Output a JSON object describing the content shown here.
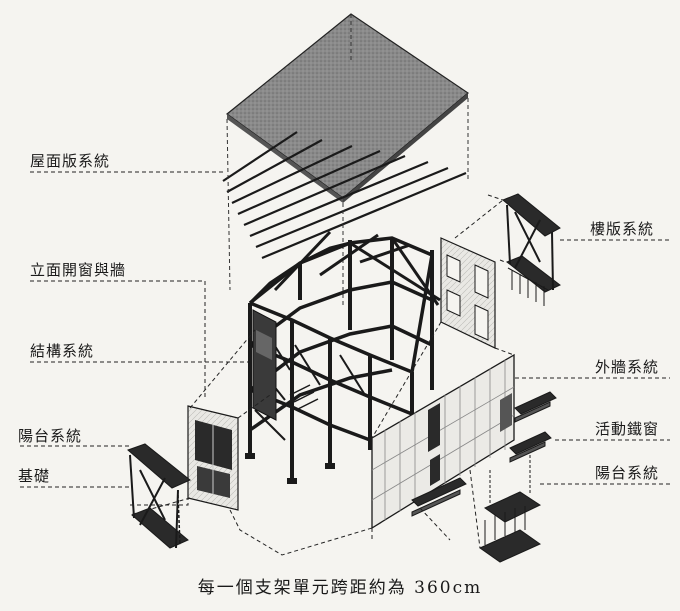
{
  "labels": {
    "left": {
      "roof_panel_system": "屋面版系統",
      "facade_window_wall": "立面開窗與牆",
      "structure_system": "結構系統",
      "balcony_system": "陽台系統",
      "foundation": "基礎"
    },
    "right": {
      "floor_slab_system": "樓版系統",
      "exterior_wall_system": "外牆系統",
      "movable_iron_window": "活動鐵窗",
      "balcony_system": "陽台系統"
    }
  },
  "caption": "每一個支架單元跨距約為 360cm",
  "colors": {
    "background": "#f5f4f0",
    "ink": "#1a1a1a",
    "roof": "#8a8a8a"
  }
}
